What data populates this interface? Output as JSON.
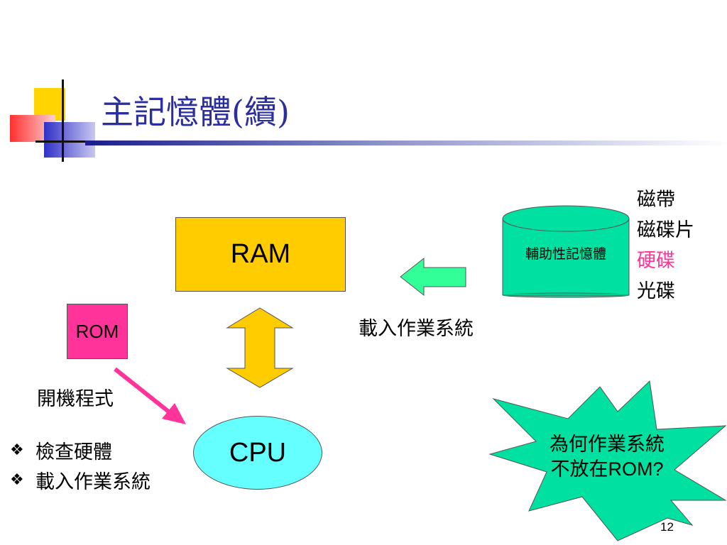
{
  "title": "主記憶體(續)",
  "ram_label": "RAM",
  "rom_label": "ROM",
  "cpu_label": "CPU",
  "secondary_storage_label": "輔助性記憶體",
  "media": [
    {
      "label": "磁帶",
      "color": "#000000"
    },
    {
      "label": "磁碟片",
      "color": "#000000"
    },
    {
      "label": "硬碟",
      "color": "#ff3399"
    },
    {
      "label": "光碟",
      "color": "#000000"
    }
  ],
  "load_os_label": "載入作業系統",
  "boot_program_label": "開機程式",
  "bullets": [
    "檢查硬體",
    "載入作業系統"
  ],
  "question": {
    "line1": "為何作業系統",
    "line2_prefix": "不放在",
    "line2_suffix": "ROM?"
  },
  "page_number": "12",
  "colors": {
    "title": "#2b2f9e",
    "ram": "#ffcc00",
    "rom": "#ff3399",
    "cpu": "#66ffff",
    "cylinder": "#00e0a0",
    "left_arrow": "#33ff99",
    "updown_arrow": "#ffcc00",
    "pink_arrow": "#ff3399",
    "starburst": "#00e0a0"
  },
  "icons": {
    "bullet": "diamond-bullet-icon"
  }
}
